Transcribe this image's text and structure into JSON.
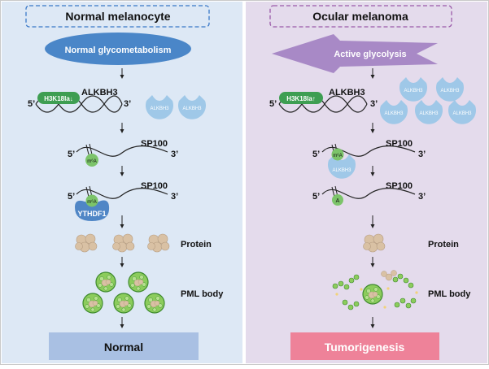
{
  "left": {
    "title": "Normal melanocyte",
    "metabolism": "Normal glycometabolism",
    "gene_label": "ALKBH3",
    "histone_mark": "H3K18la↓",
    "enzyme_label": "ALKBH3",
    "prime5": "5’",
    "prime3": "3’",
    "sp100_label": "SP100",
    "m6a_label": "m⁶A",
    "reader_label": "YTHDF1",
    "protein_label": "Protein",
    "pml_label": "PML body",
    "outcome": "Normal"
  },
  "right": {
    "title": "Ocular melanoma",
    "metabolism": "Active glycolysis",
    "gene_label": "ALKBH3",
    "histone_mark": "H3K18la↑",
    "enzyme_label": "ALKBH3",
    "prime5": "5’",
    "prime3": "3’",
    "sp100_label": "SP100",
    "m6a_label": "m⁶A",
    "a_label": "A",
    "protein_label": "Protein",
    "pml_label": "PML body",
    "outcome": "Tumorigenesis"
  },
  "colors": {
    "left_bg": "#dde8f5",
    "right_bg": "#e4dbec",
    "left_dash": "#3a78c8",
    "right_dash": "#9a5aa8",
    "ellipse_blue": "#4a86c8",
    "arrow_purple": "#a889c6",
    "histone_green": "#3e9e52",
    "m6a_green": "#7cc46a",
    "alkbh3_blue": "#9fc8e8",
    "ythdf1_blue": "#4f86c6",
    "protein_tan": "#d9c1a4",
    "pml_green": "#8ccc5c",
    "normal_box": "#a9c0e3",
    "tumor_box": "#ee8299"
  }
}
